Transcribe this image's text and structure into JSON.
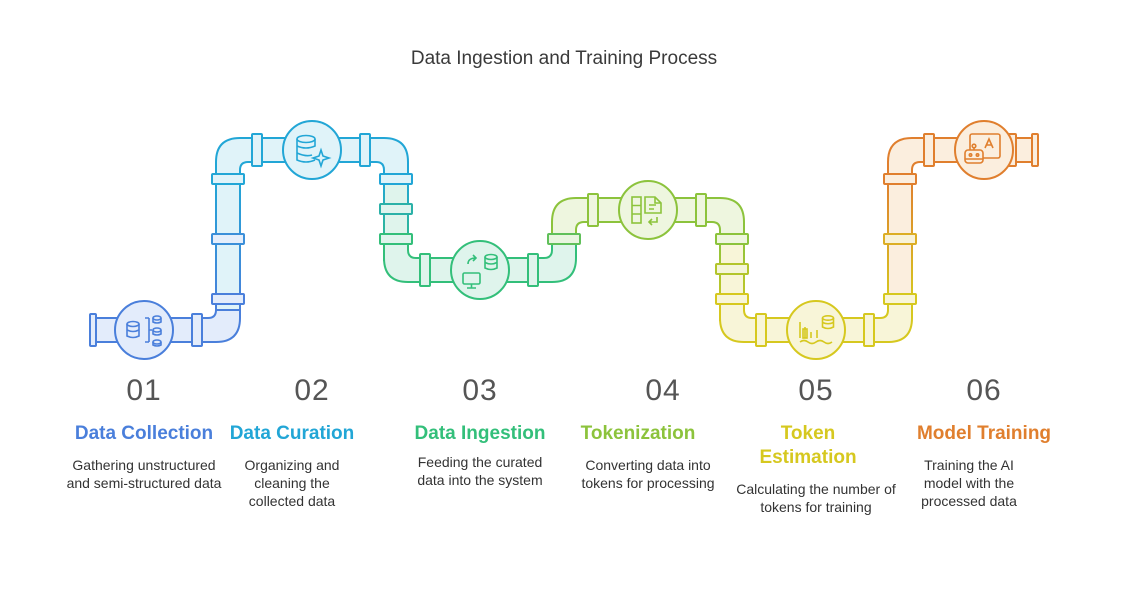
{
  "title": "Data Ingestion and Training Process",
  "steps": [
    {
      "number": "01",
      "label": "Data Collection",
      "description": "Gathering unstructured and semi-structured data",
      "color": "#4a7fdb",
      "icon": "database-hierarchy-icon"
    },
    {
      "number": "02",
      "label": "Data Curation",
      "description": "Organizing and cleaning the collected data",
      "color": "#22a6d6",
      "icon": "database-sparkle-icon"
    },
    {
      "number": "03",
      "label": "Data Ingestion",
      "description": "Feeding the curated data into the system",
      "color": "#33bf7a",
      "icon": "database-monitor-icon"
    },
    {
      "number": "04",
      "label": "Tokenization",
      "description": "Converting data into tokens for processing",
      "color": "#8cc33c",
      "icon": "document-blocks-icon"
    },
    {
      "number": "05",
      "label": "Token Estimation",
      "description": "Calculating the number of tokens for training",
      "color": "#d6c81f",
      "icon": "chart-database-icon"
    },
    {
      "number": "06",
      "label": "Model Training",
      "description": "Training the AI model with the processed data",
      "color": "#e07f2e",
      "icon": "robot-image-icon"
    }
  ]
}
